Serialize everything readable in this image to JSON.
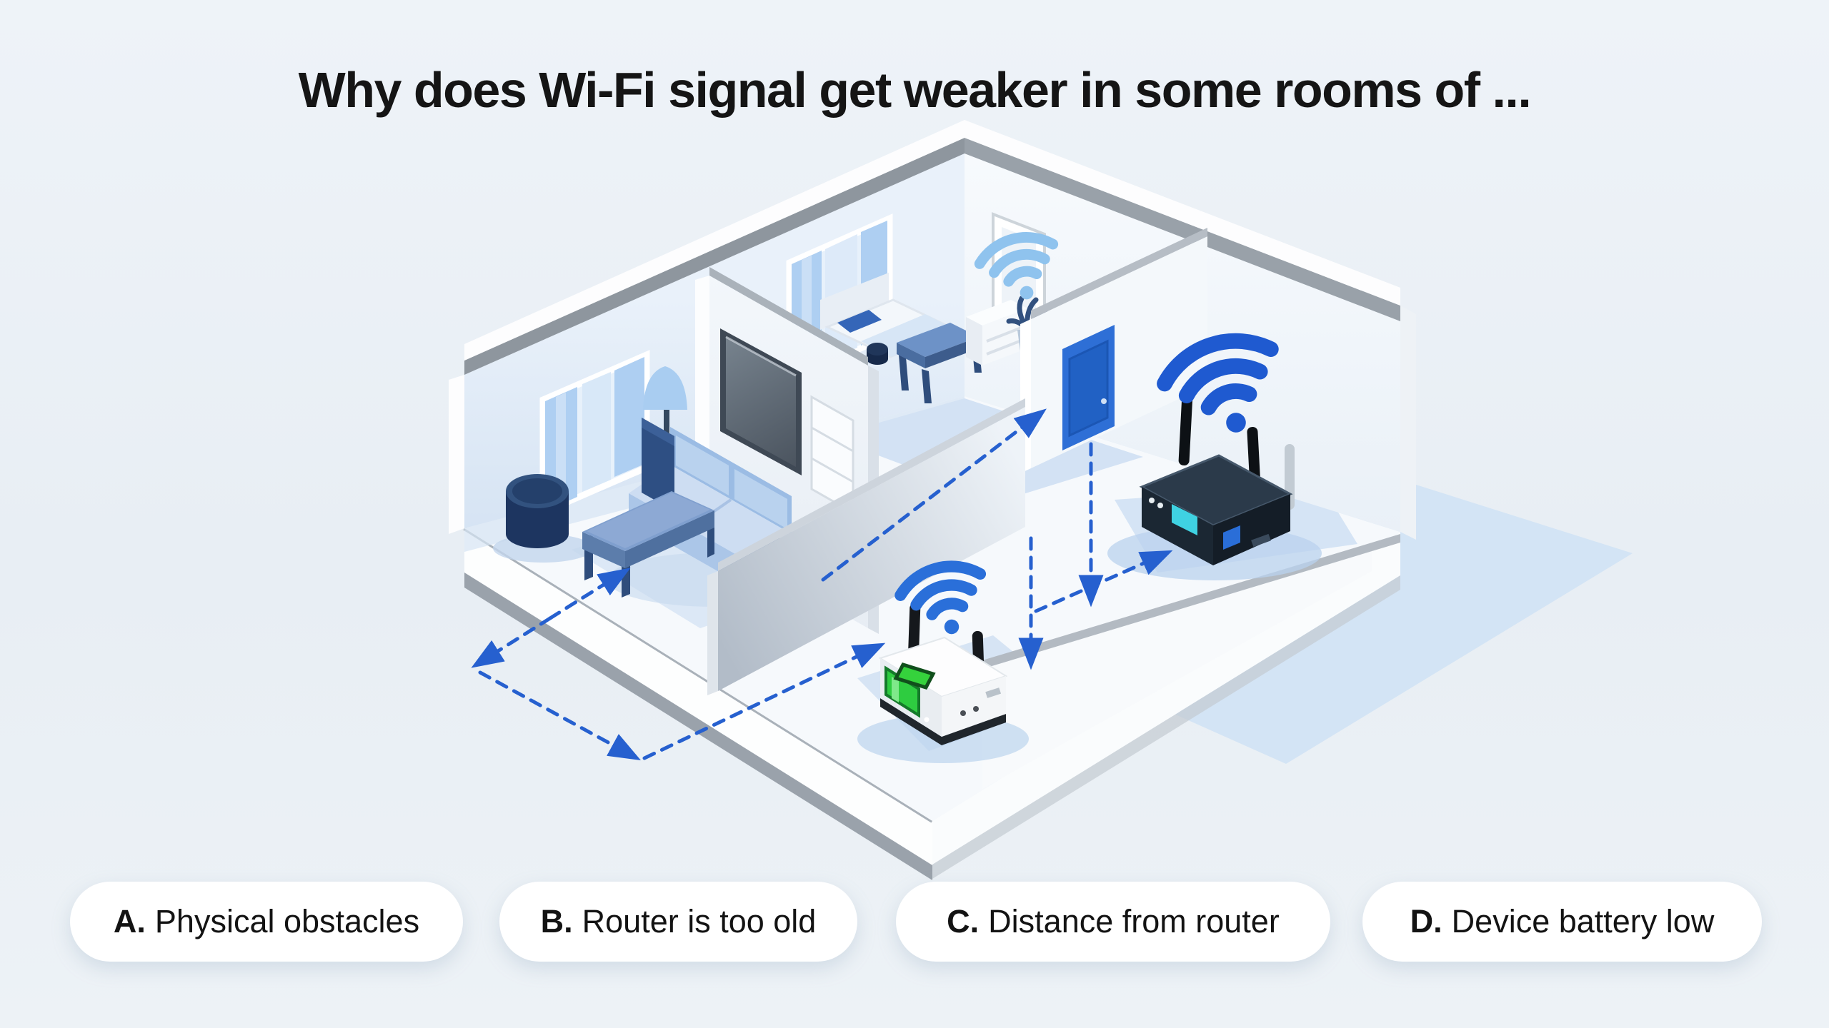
{
  "title": "Why does Wi-Fi signal get weaker in some rooms of ...",
  "quiz": {
    "options": [
      {
        "letter": "A.",
        "label": "Physical obstacles"
      },
      {
        "letter": "B.",
        "label": "Router is too old"
      },
      {
        "letter": "C.",
        "label": "Distance from router"
      },
      {
        "letter": "D.",
        "label": "Device battery low"
      }
    ]
  },
  "scene": {
    "type": "isometric-apartment-cutaway-illustration",
    "rooms": [
      "living-room",
      "bedroom",
      "center-room",
      "right-room"
    ],
    "devices": [
      {
        "name": "white-router",
        "antennas": 2,
        "location": "center-room-floor",
        "indicator": "green-battery-panel"
      },
      {
        "name": "black-router",
        "antennas": 2,
        "location": "right-room-floor",
        "indicator": "teal-display"
      }
    ],
    "wifi_signals": [
      {
        "name": "wifi-medium-icon",
        "location": "above-white-router",
        "strength": "strong",
        "color": "#2a6fd9"
      },
      {
        "name": "wifi-strong-icon",
        "location": "above-black-router",
        "strength": "strong",
        "color": "#1f5ad0"
      },
      {
        "name": "wifi-weak-icon",
        "location": "bedroom-back-wall",
        "strength": "weak",
        "color": "#8fc3ee"
      }
    ],
    "signal_paths": [
      "living-room-to-outside-double-arrow",
      "outside-v-path-to-white-router",
      "white-router-to-blue-door",
      "vertical-drop-at-door",
      "vertical-drop-near-white-router",
      "path-to-black-router"
    ],
    "furniture": [
      "sofa",
      "chaise-bench",
      "coffee-table",
      "wall-tv",
      "shelf-panel",
      "floor-lamp",
      "pouf",
      "bed",
      "blue-pillow",
      "side-table",
      "stool",
      "dresser",
      "plant",
      "picture-frame",
      "blue-door",
      "curtained-window-living",
      "curtained-window-bedroom"
    ],
    "colors": {
      "background": "#eaf0f5",
      "arrow_blue": "#2660cf",
      "wall_light_blue": "#dce8f6",
      "wall_white": "#f4f8fb",
      "wall_top_gray": "#8e969e",
      "furniture_navy": "#2d4e82",
      "furniture_blue": "#7f9fce",
      "door_blue": "#2e6fd6",
      "router_green": "#2ecc40",
      "router_screen_teal": "#3fd2e2",
      "floor_shadow_blue": "#cfe2f4"
    }
  }
}
